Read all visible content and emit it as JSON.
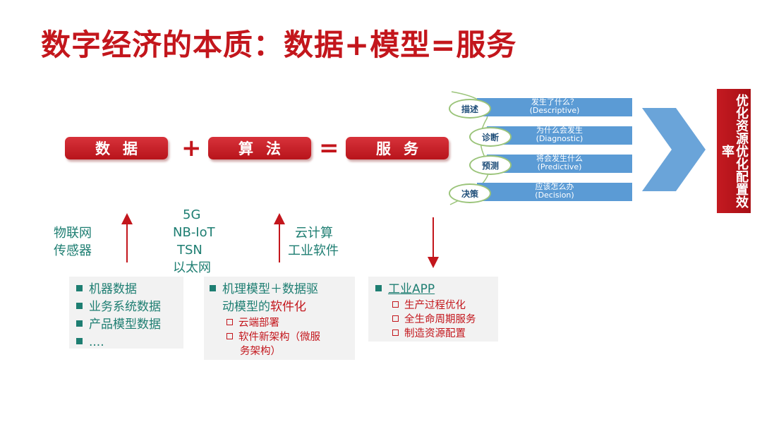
{
  "title": "数字经济的本质：数据+模型=服务",
  "equation": {
    "term1": "数据",
    "plus": "+",
    "term2": "算法",
    "equals": "=",
    "term3": "服务"
  },
  "left_tech": {
    "line1": "物联网",
    "line2": "传感器"
  },
  "network_tech": [
    "5G",
    "NB-IoT",
    "TSN",
    "以太网"
  ],
  "cloud_tech": {
    "line1": "云计算",
    "line2": "工业软件"
  },
  "data_box": {
    "items": [
      "机器数据",
      "业务系统数据",
      "产品模型数据",
      "...."
    ]
  },
  "model_box": {
    "line1": "机理模型＋数据驱",
    "line2_prefix": "动模型的",
    "line2_highlight": "软件化",
    "subitems": [
      "云端部署",
      "软件新架构（微服",
      "务架构）"
    ]
  },
  "app_box": {
    "title": "工业APP",
    "subitems": [
      "生产过程优化",
      "全生命周期服务",
      "制造资源配置"
    ]
  },
  "analytics": [
    {
      "label": "描述",
      "cn": "发生了什么？",
      "en": "(Descriptive)"
    },
    {
      "label": "诊断",
      "cn": "为什么会发生",
      "en": "(Diagnostic)"
    },
    {
      "label": "预测",
      "cn": "将会发生什么",
      "en": "(Predictive)"
    },
    {
      "label": "决策",
      "cn": "应该怎么办",
      "en": "(Decision)"
    }
  ],
  "result": "优化资源优化配置效率",
  "colors": {
    "accent_red": "#c3161c",
    "teal": "#1e7e72",
    "bar_blue": "#5b9bd5",
    "arrow_blue": "#6aa4d9"
  }
}
